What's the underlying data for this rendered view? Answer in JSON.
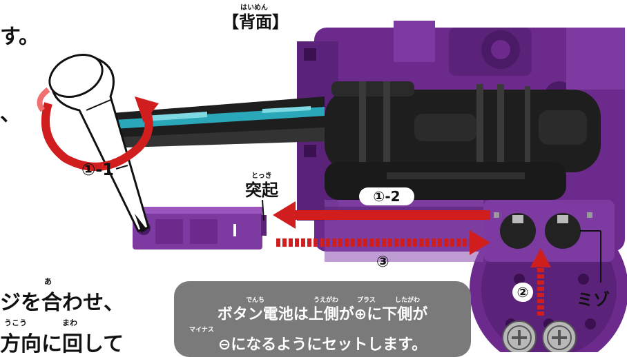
{
  "header": {
    "title": "【背面】",
    "title_ruby": "はいめん",
    "left_fragment": "す。"
  },
  "left_text": {
    "fragment_comma": "、",
    "line1": "ジを合わせ、",
    "line1_ruby": "あ",
    "line2": "方向に回して",
    "line2_ruby_a": "うこう",
    "line2_ruby_b": "まわ"
  },
  "steps": {
    "step_1_1": "①-1",
    "step_1_2": "①-2",
    "step_2": "②",
    "step_3": "③"
  },
  "labels": {
    "protrusion": "突起",
    "protrusion_ruby": "とっき",
    "groove": "ミゾ"
  },
  "notice": {
    "line1": "ボタン電池は上側が⊕に下側が",
    "line2": "⊖になるようにセットします。",
    "ruby_denchi": "でんち",
    "ruby_uegawa": "うえがわ",
    "ruby_plus": "プラス",
    "ruby_shitagawa": "したがわ",
    "ruby_minus": "マイナス"
  },
  "colors": {
    "purple": "#6b2a8c",
    "purple_dark": "#4a1a66",
    "arrow_red": "#d01e1e",
    "black_body": "#1e1e1e",
    "cyan_accent": "#2aa7b8",
    "notice_bg": "#7a7a7a"
  },
  "icons": {
    "screwdriver": "screwdriver-icon",
    "rotate": "rotate-arrow-icon",
    "battery": "button-battery-icon"
  }
}
